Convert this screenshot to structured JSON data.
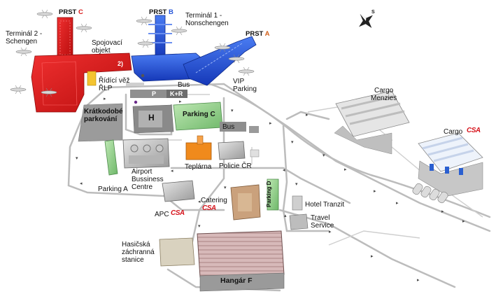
{
  "title": "Letiště Praha – areál Ruzyně",
  "piers": [
    {
      "prefix": "PRST",
      "letter": "C",
      "color": "#d81818"
    },
    {
      "prefix": "PRST",
      "letter": "B",
      "color": "#2454d8"
    },
    {
      "prefix": "PRST",
      "letter": "A",
      "color": "#d2601a"
    }
  ],
  "labels": {
    "terminal2": [
      "Terminál  2 -",
      "Schengen"
    ],
    "terminal1": [
      "Terminál  1 -",
      "Nonschengen"
    ],
    "spojovaci": [
      "Spojovací",
      "objekt"
    ],
    "ridici": [
      "Řídící věž",
      "ŘLP"
    ],
    "vip": [
      "VIP",
      "Parking"
    ],
    "bus_top": "Bus",
    "p": "P",
    "kr": "K+R",
    "h": "H",
    "kratkodobe": [
      "Krátkodobé",
      "parkování"
    ],
    "parking_c": "Parking C",
    "bus_mid": "Bus",
    "cargo_menzies": [
      "Cargo",
      "Menzies"
    ],
    "cargo": "Cargo",
    "teplarna": "Teplárna",
    "policie": "Policie ČR",
    "airport_bc": [
      "Airport",
      "Bussiness",
      "Centre"
    ],
    "parking_a": "Parking A",
    "parking_d": "Parking D",
    "catering": "Catering",
    "apc": "APC",
    "hotel": "Hotel Tranzit",
    "travel": [
      "Travel",
      "Service"
    ],
    "hasicska": [
      "Hasičská",
      "záchranná",
      "stanice"
    ],
    "hangar": "Hangár F",
    "marker": "2)"
  },
  "logos": {
    "csa": "CSA"
  },
  "compass": {
    "mark": "S"
  }
}
